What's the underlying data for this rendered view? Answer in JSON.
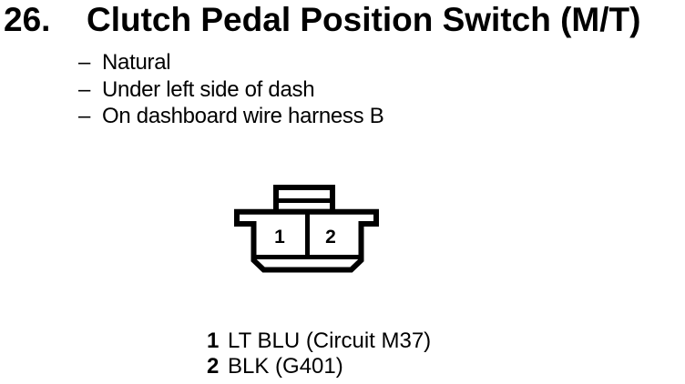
{
  "header": {
    "number": "26.",
    "title": "Clutch Pedal Position Switch (M/T)"
  },
  "notes": {
    "bullet": "–",
    "items": [
      "Natural",
      "Under left side of dash",
      "On dashboard wire harness B"
    ]
  },
  "connector": {
    "type": "2-cavity connector, front view",
    "pins": [
      "1",
      "2"
    ],
    "ink_color": "#000000",
    "bg_color": "#ffffff"
  },
  "legend": {
    "entries": [
      {
        "pin": "1",
        "label": "LT BLU (Circuit M37)"
      },
      {
        "pin": "2",
        "label": "BLK (G401)"
      }
    ]
  }
}
